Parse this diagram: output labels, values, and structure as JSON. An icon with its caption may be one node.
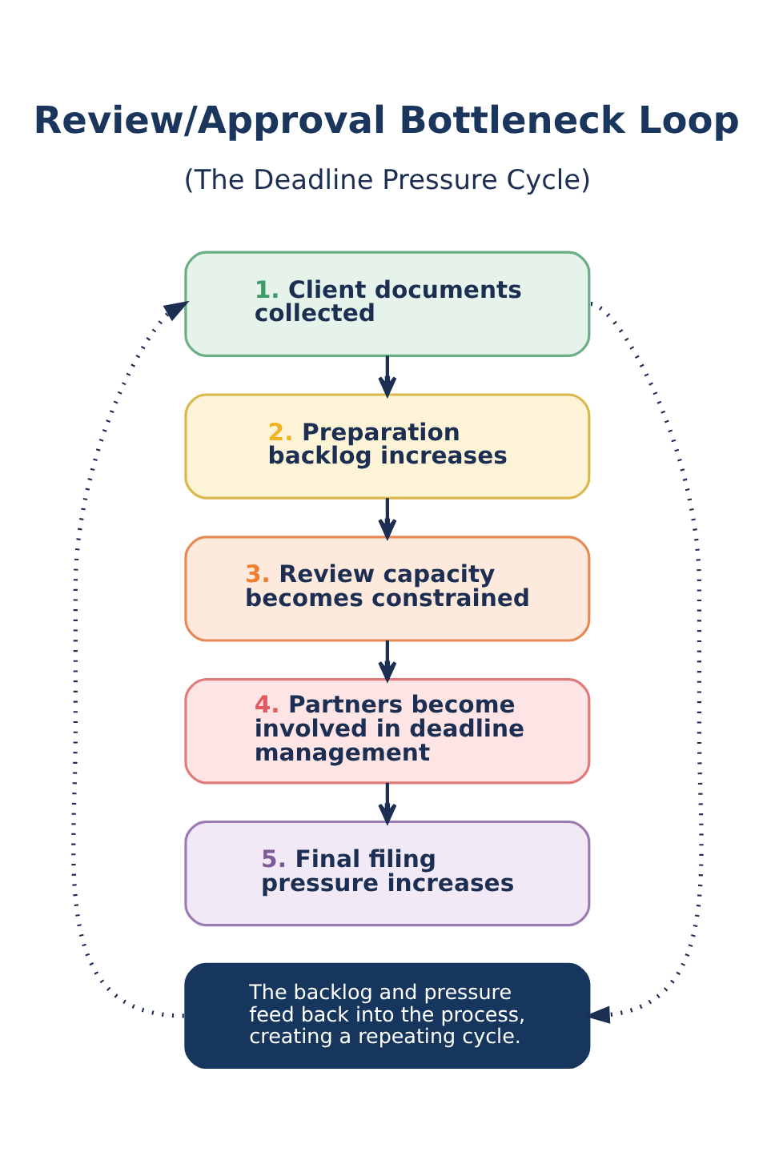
{
  "diagram": {
    "title": "Review/Approval Bottleneck Loop",
    "nodes": [
      {
        "text": [
          "1. Client documents collected"
        ]
      },
      {
        "text": [
          "2. Preparation backlog increases"
        ]
      },
      {
        "text": [
          "3. Review capacity becomes constrained"
        ]
      },
      {
        "text": [
          "4. Partners become involved in deadline management"
        ]
      },
      {
        "text": [
          "5. Final filing pressure increases"
        ]
      },
      {
        "text": [
          "The backlog and pressure feed back into the process, creating a repeating cycle."
        ]
      }
    ],
    "edges": [
      {
        "from": 0,
        "to": 1,
        "arrow": "to"
      },
      {
        "from": 1,
        "to": 2,
        "arrow": "to"
      },
      {
        "from": 2,
        "to": 3,
        "arrow": "to"
      },
      {
        "from": 3,
        "to": 4,
        "arrow": "to"
      },
      {
        "from": 0,
        "to": 5,
        "arrow": "to",
        "style": "dashed"
      },
      {
        "from": 5,
        "to": 0,
        "arrow": "to",
        "style": "dashed"
      }
    ],
    "labels": [
      "(The Deadline Pressure Cycle)"
    ]
  }
}
